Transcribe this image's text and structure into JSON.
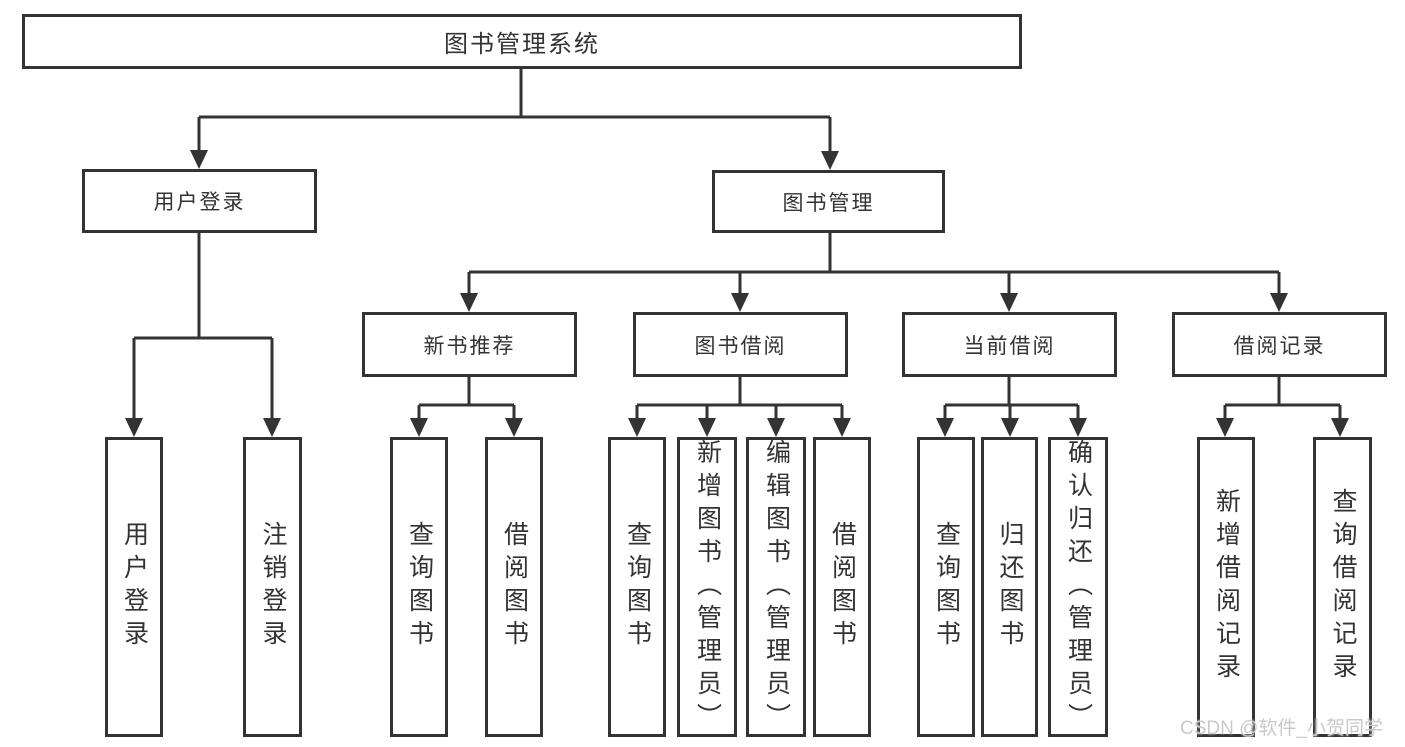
{
  "nodes": {
    "root": {
      "label": "图书管理系统"
    },
    "level2": [
      {
        "label": "用户登录"
      },
      {
        "label": "图书管理"
      }
    ],
    "level3": [
      {
        "label": "新书推荐"
      },
      {
        "label": "图书借阅"
      },
      {
        "label": "当前借阅"
      },
      {
        "label": "借阅记录"
      }
    ],
    "leaves": [
      {
        "label": "用户登录"
      },
      {
        "label": "注销登录"
      },
      {
        "label": "查询图书"
      },
      {
        "label": "借阅图书"
      },
      {
        "label": "查询图书"
      },
      {
        "label": "新增图书（管理员）"
      },
      {
        "label": "编辑图书（管理员）"
      },
      {
        "label": "借阅图书"
      },
      {
        "label": "查询图书"
      },
      {
        "label": "归还图书"
      },
      {
        "label": "确认归还（管理员）"
      },
      {
        "label": "新增借阅记录"
      },
      {
        "label": "查询借阅记录"
      }
    ]
  },
  "watermark": {
    "text": "CSDN @软件_小贺同学"
  },
  "colors": {
    "line": "#333333",
    "text": "#333333",
    "watermark": "#c9c9c9",
    "background": "#ffffff"
  }
}
